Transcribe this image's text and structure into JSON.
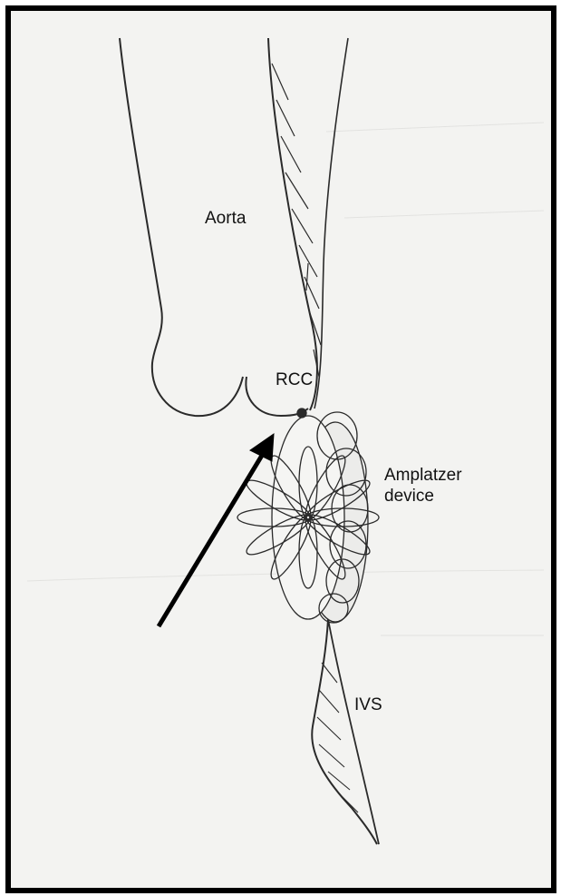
{
  "labels": {
    "aorta": "Aorta",
    "rcc": "RCC",
    "amplatzer_line1": "Amplatzer",
    "amplatzer_line2": "device",
    "ivs": "IVS"
  },
  "colors": {
    "frame": "#000000",
    "paper": "#f3f3f1",
    "ink": "#2a2a2a",
    "arrow": "#000000"
  }
}
